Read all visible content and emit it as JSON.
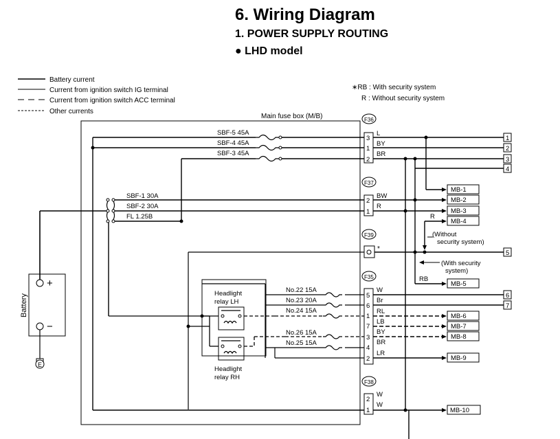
{
  "header": {
    "title": "6. Wiring Diagram",
    "subtitle": "1. POWER SUPPLY ROUTING",
    "model": "● LHD model"
  },
  "legend": {
    "battery": "Battery current",
    "ig": "Current from ignition switch IG terminal",
    "acc": "Current from ignition switch ACC terminal",
    "other": "Other currents"
  },
  "notes": {
    "rb": "∗RB : With security system",
    "r": "R : Without security system"
  },
  "fuse_box": {
    "title": "Main fuse box (M/B)",
    "sbf5": "SBF-5 45A",
    "sbf4": "SBF-4 45A",
    "sbf3": "SBF-3 45A",
    "sbf1": "SBF-1 30A",
    "sbf2": "SBF-2 30A",
    "fl": "FL 1.25B",
    "f22": "No.22 15A",
    "f23": "No.23 20A",
    "f24": "No.24 15A",
    "f26": "No.26 15A",
    "f25": "No.25 15A"
  },
  "relays": {
    "lh1": "Headlight",
    "lh2": "relay LH",
    "rh1": "Headlight",
    "rh2": "relay RH"
  },
  "battery": {
    "label": "Battery",
    "plus": "+",
    "minus": "−",
    "ground": "E"
  },
  "connectors": {
    "f36": "F36",
    "f37": "F37",
    "f39": "F39",
    "f35": "F35",
    "f38": "F38",
    "f36_pins": [
      "3",
      "1",
      "2"
    ],
    "f37_pins": [
      "2",
      "1"
    ],
    "f35_pins": [
      "5",
      "6",
      "1",
      "7",
      "3",
      "4",
      "2"
    ],
    "f38_pins": [
      "2",
      "1"
    ],
    "f39_mark": "*"
  },
  "wire_colors": {
    "f36": [
      "L",
      "BY",
      "BR"
    ],
    "f37": [
      "BW",
      "R"
    ],
    "f35": [
      "W",
      "Br",
      "RL",
      "LB",
      "BY",
      "BR",
      "LR"
    ],
    "f38": [
      "W",
      "W"
    ],
    "r_branch": "R",
    "rb_branch": "RB"
  },
  "terminals": [
    "1",
    "2",
    "3",
    "4",
    "5",
    "6",
    "7"
  ],
  "mb": [
    "MB-1",
    "MB-2",
    "MB-3",
    "MB-4",
    "MB-5",
    "MB-6",
    "MB-7",
    "MB-8",
    "MB-9",
    "MB-10"
  ],
  "annotations": {
    "without1": "(Without",
    "without2": "security system)",
    "with1": "(With security",
    "with2": "system)"
  }
}
